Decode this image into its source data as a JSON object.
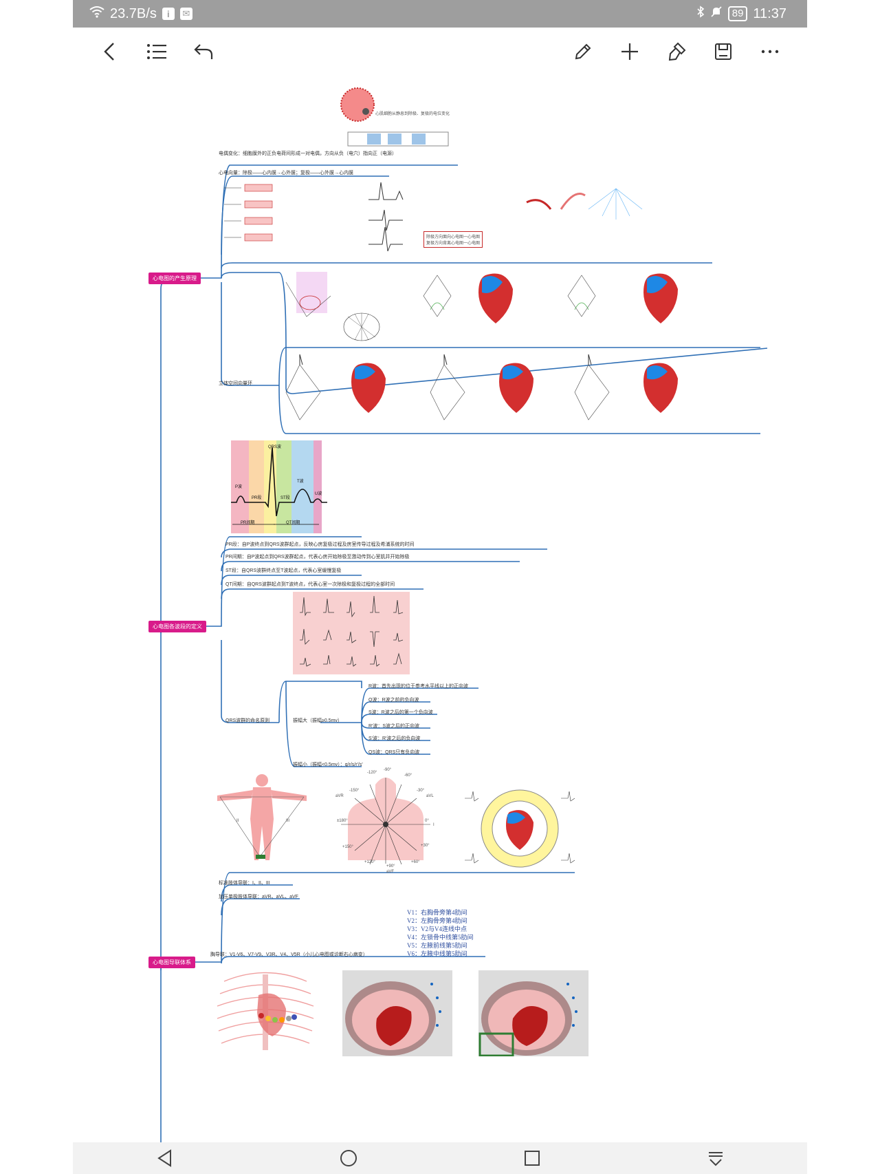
{
  "status": {
    "net_speed": "23.7B/s",
    "battery": "89",
    "time": "11:37"
  },
  "toolbar": {
    "icons": [
      "back-icon",
      "outline-icon",
      "undo-icon",
      "pen-icon",
      "add-icon",
      "format-painter-icon",
      "save-icon",
      "more-icon"
    ]
  },
  "mindmap": {
    "root_branches": [
      "心电图的产生原理",
      "心电图各波段的定义",
      "心电图导联体系"
    ],
    "section1": {
      "note1": "电偶变化：细胞膜外的正负电荷间形成一对电偶，方向从负（电穴）指向正（电源）",
      "note2": "心电向量：除极——心内膜→心外膜；复极——心外膜→心内膜",
      "note3": "立体空间向量环",
      "caption_top": "心肌细胞从静息到除极、复极的电位变化",
      "red_box_1": "除极方向面向心电图一心电图",
      "red_box_2": "复极方向背离心电图一心电图"
    },
    "section2": {
      "waves": [
        "P波",
        "PR段",
        "QRS波",
        "ST段",
        "T波",
        "U波"
      ],
      "intervals": [
        "PR间期",
        "QT间期"
      ],
      "defs": [
        "PR段：自P波终点到QRS波群起点，反映心房复极过程及房室传导过程及希浦系统的时间",
        "PR间期：自P波起点到QRS波群起点，代表心房开始除极至激动传到心室肌并开始除极",
        "ST段：自QRS波群终点至T波起点，代表心室缓慢复极",
        "QT间期：自QRS波群起点到T波终点，代表心室一次除极和复极过程的全部时间"
      ],
      "naming_title": "QRS波群的命名原则",
      "amp_large": "振幅大（振幅≥0.5mv）",
      "amp_small": "振幅小（振幅<0.5mv）：q/r/s/r'/s'",
      "naming": [
        "R波：首先出现的位于参考水平线以上的正向波",
        "Q波：R波之前的负向波",
        "S波：R波之后的第一个负向波",
        "R'波：S波之后的正向波",
        "S'波：R'波之后的负向波",
        "QS波：QRS只有负向波"
      ]
    },
    "section3": {
      "limb_std": "标准肢体导联：I、II、III",
      "limb_aug": "加压单极肢体导联：aVR、aVL、aVF",
      "chest": "胸导联：V1-V6、V7-V9、V3R、V4、V5R（小儿心电图或诊断右心病变）",
      "chest_positions": [
        "V1：右胸骨旁第4肋间",
        "V2：左胸骨旁第4肋间",
        "V3：V2与V4连线中点",
        "V4：左锁骨中线第5肋间",
        "V5：左腋前线第5肋间",
        "V6：左腋中线第5肋间"
      ],
      "axis_labels": [
        "-120°",
        "-90°",
        "-60°",
        "-30°",
        "aVL",
        "0°",
        "I",
        "+30°",
        "+60°",
        "+90°",
        "+120°",
        "aVF",
        "-150°",
        "aVR",
        "±180°",
        "+150°"
      ],
      "limb_marks": [
        "I",
        "II",
        "III"
      ]
    }
  },
  "colors": {
    "branch_line": "#2f6fb5",
    "pink_node": "#d81b8a",
    "statusbar": "#9e9e9e"
  }
}
